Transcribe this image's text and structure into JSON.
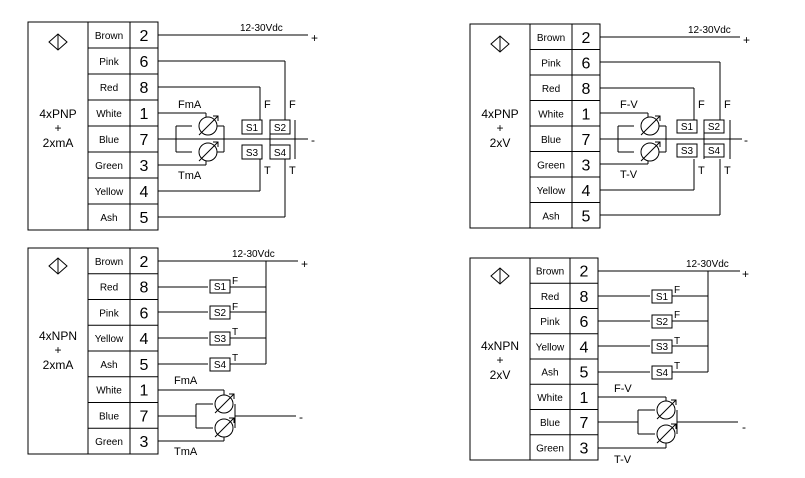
{
  "diagrams": [
    {
      "id": "pnp-ma",
      "model": [
        "4xPNP",
        "+",
        "2xmA"
      ],
      "rows": [
        {
          "wire": "Brown",
          "pin": "2"
        },
        {
          "wire": "Pink",
          "pin": "6"
        },
        {
          "wire": "Red",
          "pin": "8"
        },
        {
          "wire": "White",
          "pin": "1"
        },
        {
          "wire": "Blue",
          "pin": "7"
        },
        {
          "wire": "Green",
          "pin": "3"
        },
        {
          "wire": "Yellow",
          "pin": "4"
        },
        {
          "wire": "Ash",
          "pin": "5"
        }
      ],
      "supply": "12-30Vdc",
      "plus": "+",
      "minus": "-",
      "analog_top": "FmA",
      "analog_bottom": "TmA",
      "switches": [
        "S1",
        "S2",
        "S3",
        "S4"
      ],
      "flags": [
        "F",
        "F",
        "T",
        "T"
      ]
    },
    {
      "id": "pnp-v",
      "model": [
        "4xPNP",
        "+",
        "2xV"
      ],
      "rows": [
        {
          "wire": "Brown",
          "pin": "2"
        },
        {
          "wire": "Pink",
          "pin": "6"
        },
        {
          "wire": "Red",
          "pin": "8"
        },
        {
          "wire": "White",
          "pin": "1"
        },
        {
          "wire": "Blue",
          "pin": "7"
        },
        {
          "wire": "Green",
          "pin": "3"
        },
        {
          "wire": "Yellow",
          "pin": "4"
        },
        {
          "wire": "Ash",
          "pin": "5"
        }
      ],
      "supply": "12-30Vdc",
      "plus": "+",
      "minus": "-",
      "analog_top": "F-V",
      "analog_bottom": "T-V",
      "switches": [
        "S1",
        "S2",
        "S3",
        "S4"
      ],
      "flags": [
        "F",
        "F",
        "T",
        "T"
      ]
    },
    {
      "id": "npn-ma",
      "model": [
        "4xNPN",
        "+",
        "2xmA"
      ],
      "rows": [
        {
          "wire": "Brown",
          "pin": "2"
        },
        {
          "wire": "Red",
          "pin": "8"
        },
        {
          "wire": "Pink",
          "pin": "6"
        },
        {
          "wire": "Yellow",
          "pin": "4"
        },
        {
          "wire": "Ash",
          "pin": "5"
        },
        {
          "wire": "White",
          "pin": "1"
        },
        {
          "wire": "Blue",
          "pin": "7"
        },
        {
          "wire": "Green",
          "pin": "3"
        }
      ],
      "supply": "12-30Vdc",
      "plus": "+",
      "minus": "-",
      "analog_top": "FmA",
      "analog_bottom": "TmA",
      "switches": [
        "S1",
        "S2",
        "S3",
        "S4"
      ],
      "flags": [
        "F",
        "F",
        "T",
        "T"
      ]
    },
    {
      "id": "npn-v",
      "model": [
        "4xNPN",
        "+",
        "2xV"
      ],
      "rows": [
        {
          "wire": "Brown",
          "pin": "2"
        },
        {
          "wire": "Red",
          "pin": "8"
        },
        {
          "wire": "Pink",
          "pin": "6"
        },
        {
          "wire": "Yellow",
          "pin": "4"
        },
        {
          "wire": "Ash",
          "pin": "5"
        },
        {
          "wire": "White",
          "pin": "1"
        },
        {
          "wire": "Blue",
          "pin": "7"
        },
        {
          "wire": "Green",
          "pin": "3"
        }
      ],
      "supply": "12-30Vdc",
      "plus": "+",
      "minus": "-",
      "analog_top": "F-V",
      "analog_bottom": "T-V",
      "switches": [
        "S1",
        "S2",
        "S3",
        "S4"
      ],
      "flags": [
        "F",
        "F",
        "T",
        "T"
      ]
    }
  ]
}
